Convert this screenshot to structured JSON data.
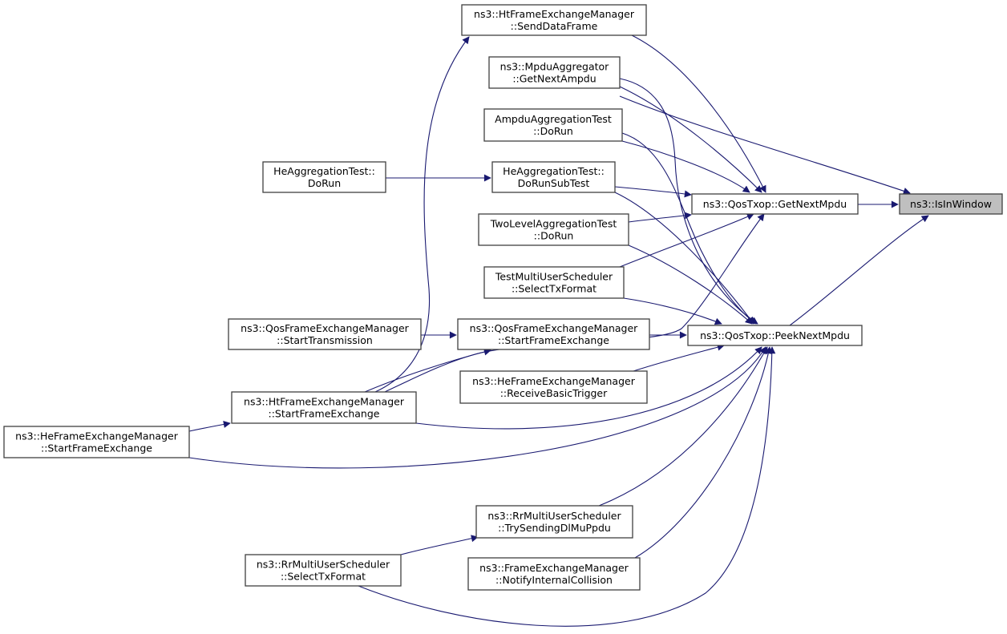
{
  "title": "ns3::IsInWindow caller graph",
  "colors": {
    "edge": "#191970",
    "node_border": "#404040",
    "focus_fill": "#bfbfbf",
    "node_fill": "#ffffff"
  },
  "nodes": [
    {
      "id": "isinwindow",
      "lines": [
        "ns3::IsInWindow"
      ],
      "focus": true
    },
    {
      "id": "getnextmpdu",
      "lines": [
        "ns3::QosTxop::GetNextMpdu"
      ]
    },
    {
      "id": "peeknextmpdu",
      "lines": [
        "ns3::QosTxop::PeekNextMpdu"
      ]
    },
    {
      "id": "htfem-senddataframe",
      "lines": [
        "ns3::HtFrameExchangeManager",
        "::SendDataFrame"
      ]
    },
    {
      "id": "mpduagg-getnextampdu",
      "lines": [
        "ns3::MpduAggregator",
        "::GetNextAmpdu"
      ]
    },
    {
      "id": "ampduaggtest-dorun",
      "lines": [
        "AmpduAggregationTest",
        "::DoRun"
      ]
    },
    {
      "id": "heaggtest-dorunsubtest",
      "lines": [
        "HeAggregationTest::",
        "DoRunSubTest"
      ]
    },
    {
      "id": "heaggtest-dorun",
      "lines": [
        "HeAggregationTest::",
        "DoRun"
      ]
    },
    {
      "id": "twolevelaggtest-dorun",
      "lines": [
        "TwoLevelAggregationTest",
        "::DoRun"
      ]
    },
    {
      "id": "testmus-selecttxformat",
      "lines": [
        "TestMultiUserScheduler",
        "::SelectTxFormat"
      ]
    },
    {
      "id": "qosfem-starttransmission",
      "lines": [
        "ns3::QosFrameExchangeManager",
        "::StartTransmission"
      ]
    },
    {
      "id": "qosfem-startframeexchange",
      "lines": [
        "ns3::QosFrameExchangeManager",
        "::StartFrameExchange"
      ]
    },
    {
      "id": "hefem-receivebasictrigger",
      "lines": [
        "ns3::HeFrameExchangeManager",
        "::ReceiveBasicTrigger"
      ]
    },
    {
      "id": "htfem-startframeexchange",
      "lines": [
        "ns3::HtFrameExchangeManager",
        "::StartFrameExchange"
      ]
    },
    {
      "id": "hefem-startframeexchange",
      "lines": [
        "ns3::HeFrameExchangeManager",
        "::StartFrameExchange"
      ]
    },
    {
      "id": "rrmus-trysendingdlmuppdu",
      "lines": [
        "ns3::RrMultiUserScheduler",
        "::TrySendingDlMuPpdu"
      ]
    },
    {
      "id": "fem-notifyinternalcollision",
      "lines": [
        "ns3::FrameExchangeManager",
        "::NotifyInternalCollision"
      ]
    },
    {
      "id": "rrmus-selecttxformat",
      "lines": [
        "ns3::RrMultiUserScheduler",
        "::SelectTxFormat"
      ]
    }
  ],
  "edges": [
    {
      "from": "getnextmpdu",
      "to": "isinwindow"
    },
    {
      "from": "peeknextmpdu",
      "to": "isinwindow"
    },
    {
      "from": "mpduagg-getnextampdu",
      "to": "isinwindow"
    },
    {
      "from": "htfem-senddataframe",
      "to": "getnextmpdu"
    },
    {
      "from": "mpduagg-getnextampdu",
      "to": "getnextmpdu"
    },
    {
      "from": "ampduaggtest-dorun",
      "to": "getnextmpdu"
    },
    {
      "from": "heaggtest-dorunsubtest",
      "to": "getnextmpdu"
    },
    {
      "from": "twolevelaggtest-dorun",
      "to": "getnextmpdu"
    },
    {
      "from": "testmus-selecttxformat",
      "to": "getnextmpdu"
    },
    {
      "from": "htfem-startframeexchange",
      "to": "getnextmpdu"
    },
    {
      "from": "mpduagg-getnextampdu",
      "to": "peeknextmpdu"
    },
    {
      "from": "ampduaggtest-dorun",
      "to": "peeknextmpdu"
    },
    {
      "from": "heaggtest-dorunsubtest",
      "to": "peeknextmpdu"
    },
    {
      "from": "twolevelaggtest-dorun",
      "to": "peeknextmpdu"
    },
    {
      "from": "testmus-selecttxformat",
      "to": "peeknextmpdu"
    },
    {
      "from": "qosfem-startframeexchange",
      "to": "peeknextmpdu"
    },
    {
      "from": "hefem-receivebasictrigger",
      "to": "peeknextmpdu"
    },
    {
      "from": "htfem-startframeexchange",
      "to": "peeknextmpdu"
    },
    {
      "from": "hefem-startframeexchange",
      "to": "peeknextmpdu"
    },
    {
      "from": "rrmus-trysendingdlmuppdu",
      "to": "peeknextmpdu"
    },
    {
      "from": "fem-notifyinternalcollision",
      "to": "peeknextmpdu"
    },
    {
      "from": "rrmus-selecttxformat",
      "to": "peeknextmpdu"
    },
    {
      "from": "heaggtest-dorun",
      "to": "heaggtest-dorunsubtest"
    },
    {
      "from": "qosfem-starttransmission",
      "to": "qosfem-startframeexchange"
    },
    {
      "from": "htfem-startframeexchange",
      "to": "qosfem-startframeexchange"
    },
    {
      "from": "htfem-startframeexchange",
      "to": "htfem-senddataframe"
    },
    {
      "from": "hefem-startframeexchange",
      "to": "htfem-startframeexchange"
    },
    {
      "from": "rrmus-selecttxformat",
      "to": "rrmus-trysendingdlmuppdu"
    }
  ]
}
